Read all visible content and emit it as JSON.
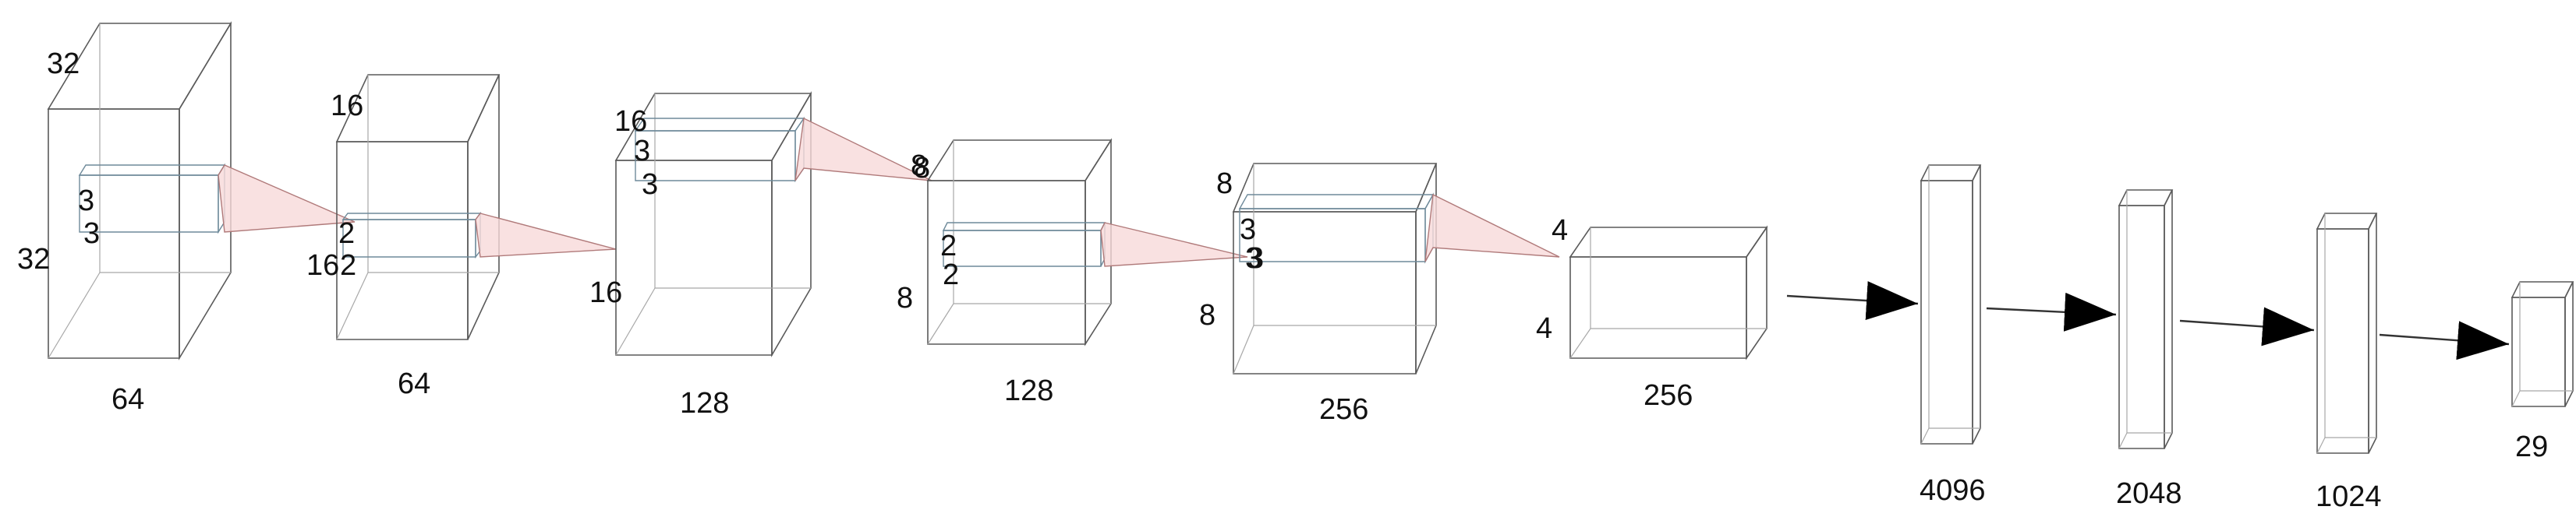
{
  "colors": {
    "face": "#f2f2f2",
    "edge": "#5a5a5a",
    "kernel_fill": "#dcecf5",
    "cone_fill": "#f7dada",
    "arrow": "#000000"
  },
  "layers": [
    {
      "type": "conv",
      "height_label": "32",
      "width_label": "32",
      "depth_label": "64",
      "kernel": {
        "labels": [
          "3",
          "3"
        ]
      }
    },
    {
      "type": "conv",
      "height_label": "16",
      "width_label": "16",
      "depth_label": "64",
      "kernel": {
        "labels": [
          "2",
          "2"
        ]
      }
    },
    {
      "type": "conv",
      "height_label": "16",
      "width_label": "16",
      "depth_label": "128",
      "kernel": {
        "labels": [
          "3",
          "3"
        ]
      }
    },
    {
      "type": "conv",
      "height_label": "8",
      "width_label": "8",
      "depth_label": "128",
      "kernel": {
        "labels": [
          "2",
          "2"
        ]
      }
    },
    {
      "type": "conv",
      "height_label": "8",
      "width_label": "8",
      "depth_label": "256",
      "kernel": {
        "labels": [
          "3",
          "3"
        ]
      }
    },
    {
      "type": "conv",
      "height_label": "4",
      "width_label": "4",
      "depth_label": "256"
    },
    {
      "type": "dense",
      "size_label": "4096"
    },
    {
      "type": "dense",
      "size_label": "2048"
    },
    {
      "type": "dense",
      "size_label": "1024"
    },
    {
      "type": "dense",
      "size_label": "29"
    }
  ],
  "connection_labels": [
    "8",
    "3",
    "4"
  ]
}
